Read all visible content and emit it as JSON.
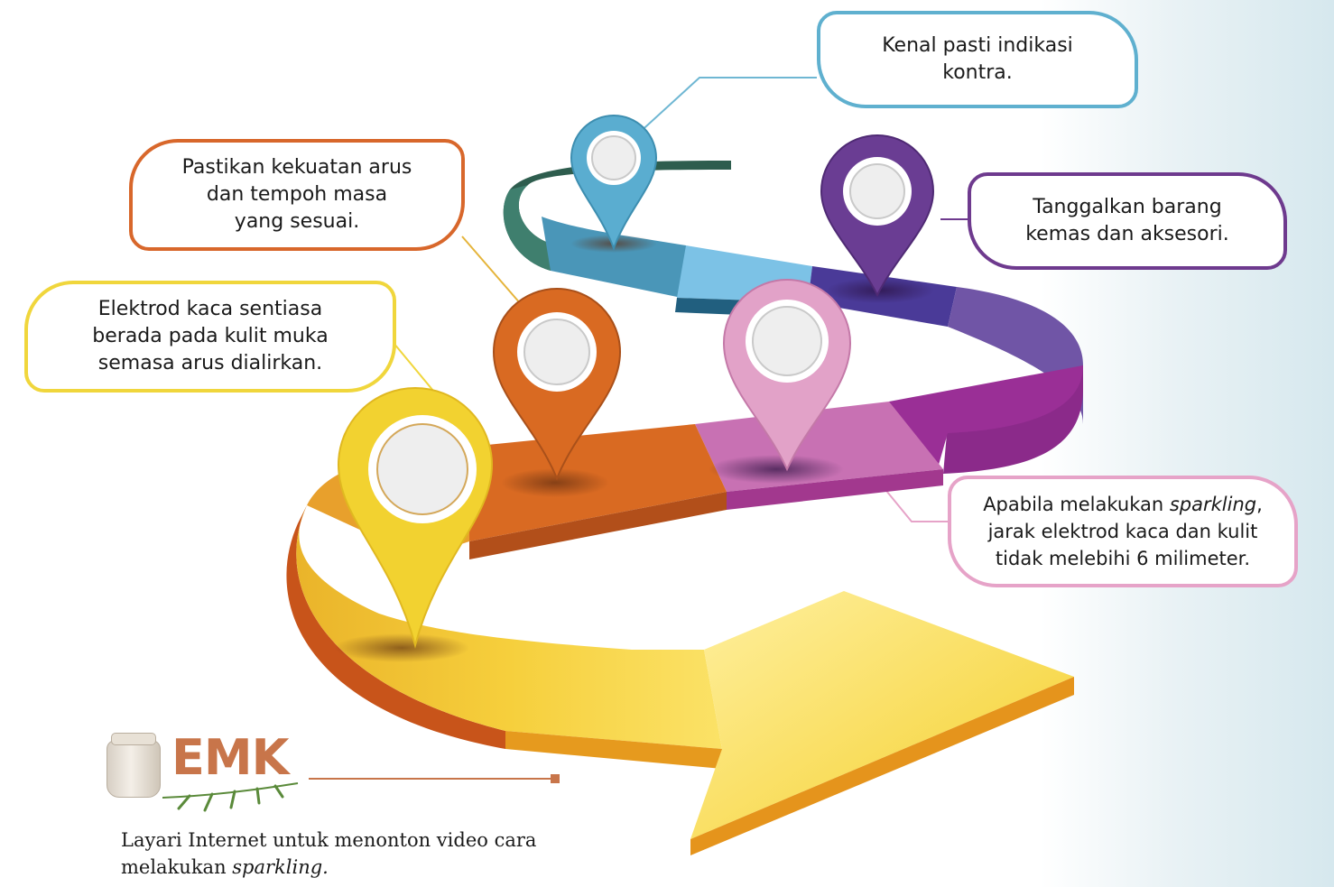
{
  "callouts": {
    "kontra": "Kenal pasti indikasi\nkontra.",
    "kekuatan": "Pastikan kekuatan arus\ndan tempoh masa\nyang sesuai.",
    "aksesori": "Tanggalkan barang\nkemas dan aksesori.",
    "elektrod": "Elektrod kaca sentiasa\nberada pada kulit muka\nsemasa arus dialirkan.",
    "sparkling_pre": "Apabila melakukan ",
    "sparkling_em": "sparkling",
    "sparkling_post": ",\njarak elektrod kaca dan kulit\ntidak melebihi 6 milimeter."
  },
  "emk": {
    "label": "EMK",
    "note_pre": "Layari Internet untuk menonton video cara melakukan ",
    "note_em": "sparkling.",
    "note_post": ""
  },
  "colors": {
    "yellow": "#f2c71f",
    "orange": "#d96a22",
    "pink": "#d989c0",
    "purple": "#6a3d93",
    "blue": "#5aadd0",
    "teal": "#3f7f6e",
    "emk": "#c8754a"
  },
  "icons": [
    "map-pin-icon",
    "jar-icon",
    "leaf-icon"
  ]
}
